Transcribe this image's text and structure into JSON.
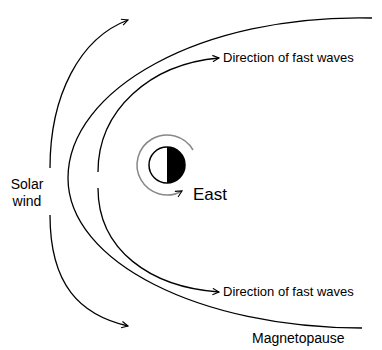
{
  "diagram": {
    "labels": [
      "Solar wind",
      "Direction of fast waves",
      "Direction of fast waves",
      "East",
      "Magnetopause"
    ]
  }
}
